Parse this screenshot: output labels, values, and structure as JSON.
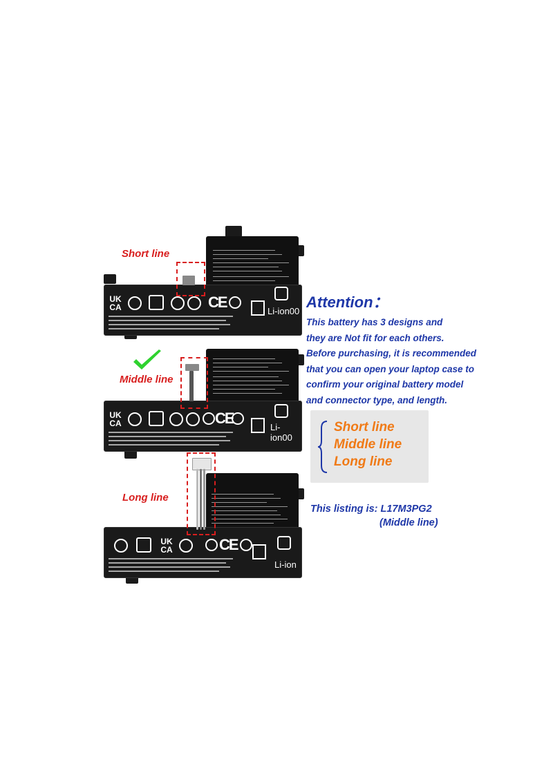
{
  "labels": {
    "short": "Short line",
    "middle": "Middle line",
    "long": "Long line"
  },
  "attention": {
    "title": "Attention",
    "colon": "：",
    "lines": [
      "This battery has 3 designs and",
      "they are Not fit for each others.",
      "Before purchasing, it is recommended",
      "that you can open your laptop case to",
      "confirm your original battery model",
      "and connector type, and length."
    ]
  },
  "options": [
    "Short line",
    "Middle line",
    "Long line"
  ],
  "listing": {
    "line1": "This listing is: L17M3PG2",
    "line2": "(Middle line)"
  },
  "battery_marks": {
    "ukca_top": "UK",
    "ukca_bottom": "CA",
    "ce": "CE",
    "liion_1": "Li-ion00",
    "liion_2": "Li-ion00",
    "liion_3": "Li-ion"
  },
  "icons": {
    "checkmark": "check-icon",
    "recycle": "recycle-icon",
    "bin": "crossed-bin-icon",
    "brace": "curly-brace-icon"
  },
  "colors": {
    "red_label": "#d81e1e",
    "blue_text": "#1e37a8",
    "orange_text": "#f07a16",
    "check_green": "#2fd22f",
    "battery_black": "#111111"
  }
}
